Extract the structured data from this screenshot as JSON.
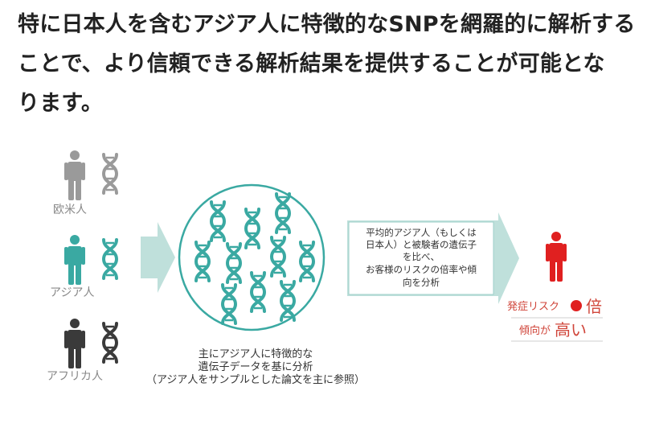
{
  "headline": {
    "line1": "特に日本人を含むアジア人に特徴的なSNPを網羅的に解析する",
    "line2": "ことで、より信頼できる解析結果を提供することが可能とな",
    "line3": "ります。"
  },
  "diagram": {
    "groups": {
      "western": "欧米人",
      "asian": "アジア人",
      "african": "アフリカ人"
    },
    "circle_caption": {
      "line1": "主にアジア人に特徴的な",
      "line2": "遺伝子データを基に分析",
      "line3": "（アジア人をサンプルとした論文を主に参照）"
    },
    "compare_box": {
      "line1": "平均的アジア人（もしくは",
      "line2": "日本人）と被験者の遺伝子",
      "line3": "を比べ、",
      "line4": "お客様のリスクの倍率や傾",
      "line5": "向を分析"
    },
    "result": {
      "risk_prefix": "発症リスク",
      "risk_suffix": "倍",
      "trend_prefix": "傾向が",
      "trend_suffix": "高い"
    },
    "colors": {
      "gray": "#9a9a9a",
      "teal": "#3aa9a2",
      "dark": "#3a3a3a",
      "light_teal": "#bfe0db",
      "red": "#e02020",
      "red_text": "#d0453a"
    }
  }
}
